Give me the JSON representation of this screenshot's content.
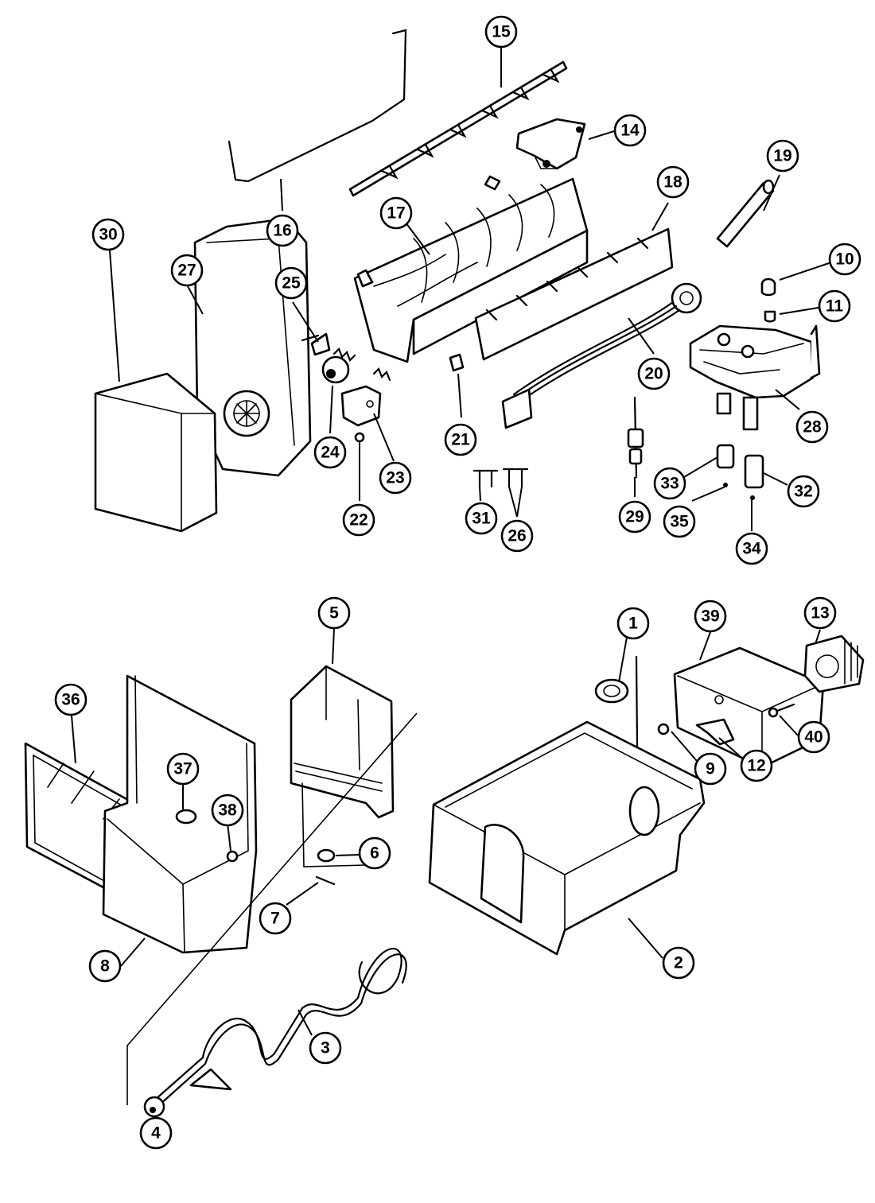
{
  "diagram": {
    "parts": [
      {
        "callout": "1"
      },
      {
        "callout": "2"
      },
      {
        "callout": "3"
      },
      {
        "callout": "4"
      },
      {
        "callout": "5"
      },
      {
        "callout": "6"
      },
      {
        "callout": "7"
      },
      {
        "callout": "8"
      },
      {
        "callout": "9"
      },
      {
        "callout": "10"
      },
      {
        "callout": "11"
      },
      {
        "callout": "12"
      },
      {
        "callout": "13"
      },
      {
        "callout": "14"
      },
      {
        "callout": "15"
      },
      {
        "callout": "16"
      },
      {
        "callout": "17"
      },
      {
        "callout": "18"
      },
      {
        "callout": "19"
      },
      {
        "callout": "20"
      },
      {
        "callout": "21"
      },
      {
        "callout": "22"
      },
      {
        "callout": "23"
      },
      {
        "callout": "24"
      },
      {
        "callout": "25"
      },
      {
        "callout": "26"
      },
      {
        "callout": "27"
      },
      {
        "callout": "28"
      },
      {
        "callout": "29"
      },
      {
        "callout": "30"
      },
      {
        "callout": "31"
      },
      {
        "callout": "32"
      },
      {
        "callout": "33"
      },
      {
        "callout": "34"
      },
      {
        "callout": "35"
      },
      {
        "callout": "36"
      },
      {
        "callout": "37"
      },
      {
        "callout": "38"
      },
      {
        "callout": "39"
      },
      {
        "callout": "40"
      }
    ]
  }
}
